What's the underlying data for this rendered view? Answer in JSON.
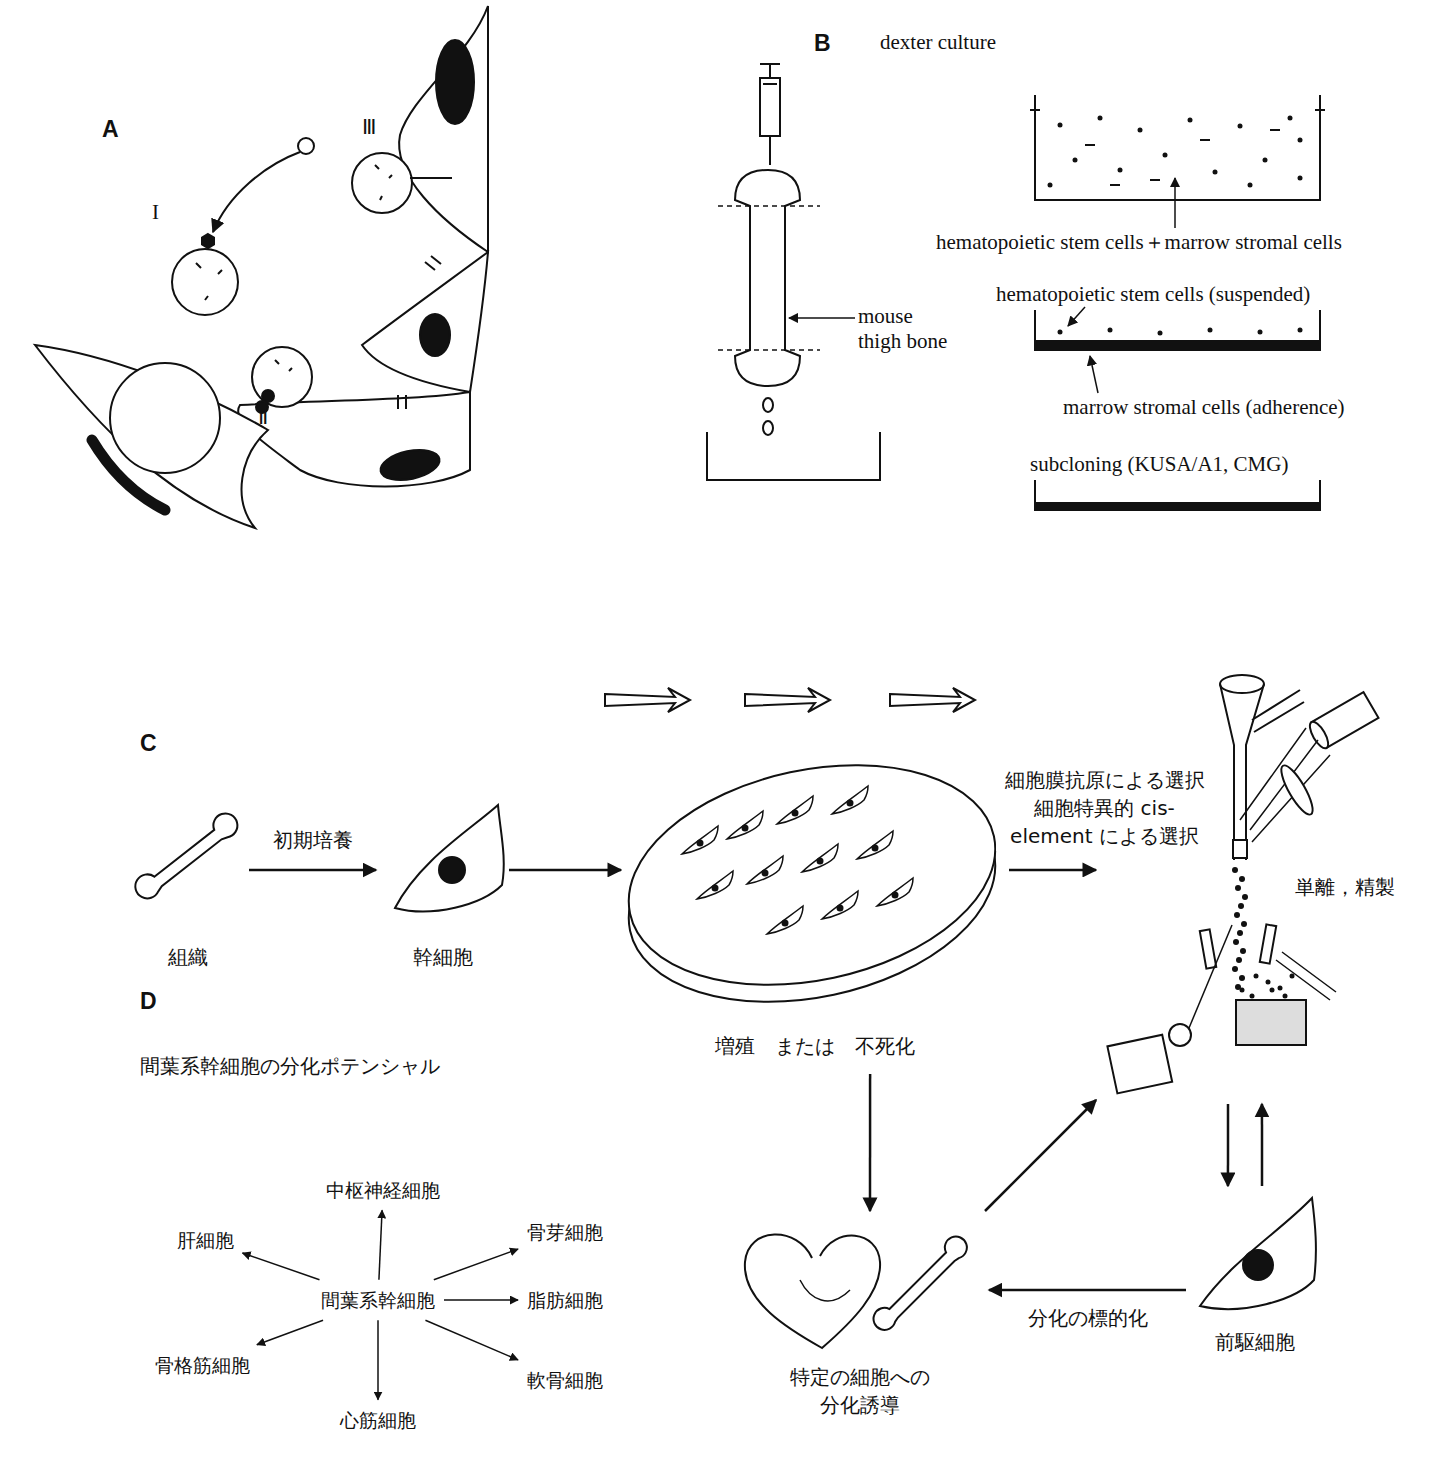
{
  "diagram": {
    "nodes": [
      {
        "text": [
          "組織"
        ]
      },
      {
        "text": [
          "幹細胞"
        ]
      },
      {
        "text": [
          "増殖　または　不死化"
        ]
      },
      {
        "text": [
          "単離，精製"
        ]
      },
      {
        "text": [
          "特定の細胞への 分化誘導"
        ]
      },
      {
        "text": [
          "前駆細胞"
        ]
      },
      {
        "text": [
          "間葉系幹細胞"
        ]
      },
      {
        "text": [
          "中枢神経細胞"
        ]
      },
      {
        "text": [
          "肝細胞"
        ]
      },
      {
        "text": [
          "骨芽細胞"
        ]
      },
      {
        "text": [
          "脂肪細胞"
        ]
      },
      {
        "text": [
          "骨格筋細胞"
        ]
      },
      {
        "text": [
          "軟骨細胞"
        ]
      },
      {
        "text": [
          "心筋細胞"
        ]
      }
    ],
    "edges": [
      {
        "from": 0,
        "to": 1,
        "arrow": "to",
        "label": "初期培養"
      },
      {
        "from": 1,
        "to": 2,
        "arrow": "to"
      },
      {
        "from": 2,
        "to": 3,
        "arrow": "to",
        "label": "細胞膜抗原による選択 細胞特異的 cis-element による選択"
      },
      {
        "from": 3,
        "to": 5,
        "arrow": "to"
      },
      {
        "from": 5,
        "to": 3,
        "arrow": "to"
      },
      {
        "from": 5,
        "to": 4,
        "arrow": "to",
        "label": "分化の標的化"
      },
      {
        "from": 2,
        "to": 4,
        "arrow": "to"
      },
      {
        "from": 4,
        "to": 3,
        "arrow": "to"
      },
      {
        "from": 6,
        "to": 7,
        "arrow": "to"
      },
      {
        "from": 6,
        "to": 8,
        "arrow": "to"
      },
      {
        "from": 6,
        "to": 9,
        "arrow": "to"
      },
      {
        "from": 6,
        "to": 10,
        "arrow": "to"
      },
      {
        "from": 6,
        "to": 11,
        "arrow": "to"
      },
      {
        "from": 6,
        "to": 12,
        "arrow": "to"
      },
      {
        "from": 6,
        "to": 13,
        "arrow": "to"
      }
    ],
    "labels": [
      "A",
      "I",
      "Ⅲ",
      "Ⅱ",
      "B",
      "dexter culture",
      "mouse thigh bone",
      "hematopoietic stem cells＋marrow stromal cells",
      "hematopoietic stem cells (suspended)",
      "marrow stromal cells (adherence)",
      "subcloning (KUSA/A1, CMG)",
      "C",
      "D",
      "間葉系幹細胞の分化ポテンシャル"
    ]
  }
}
